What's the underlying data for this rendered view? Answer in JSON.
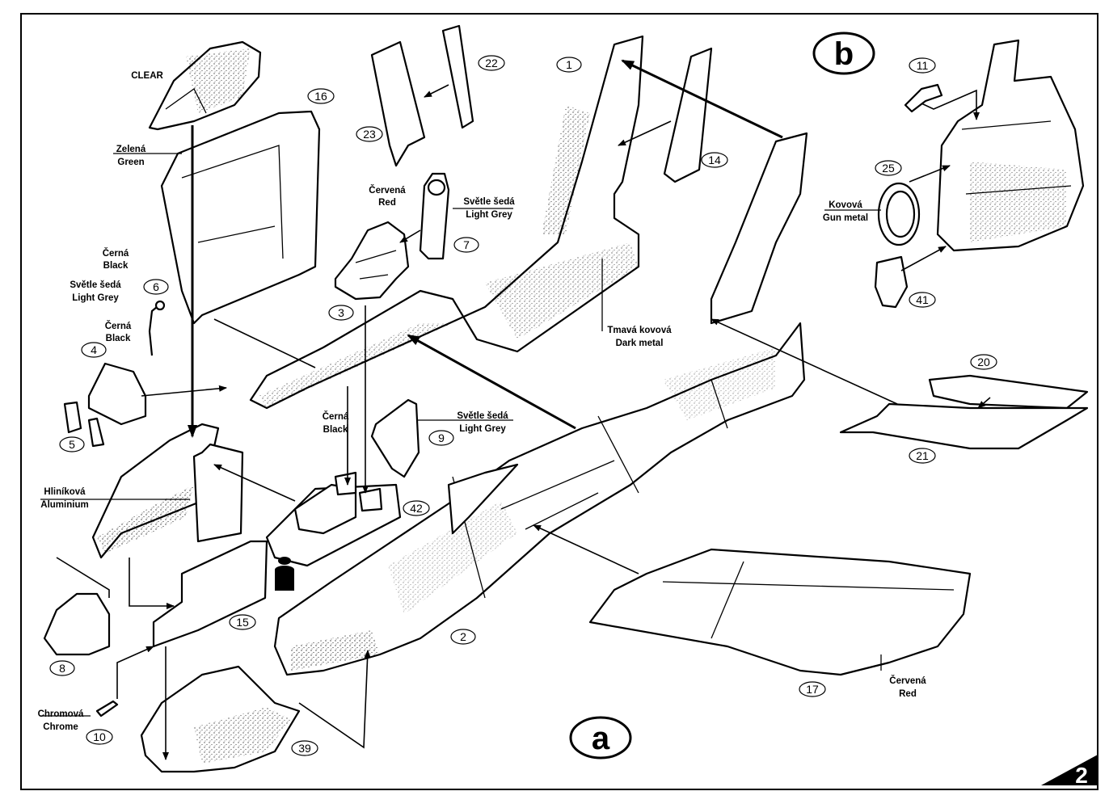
{
  "parts": {
    "p1": "1",
    "p2": "2",
    "p3": "3",
    "p4": "4",
    "p5": "5",
    "p6": "6",
    "p7": "7",
    "p8": "8",
    "p9": "9",
    "p10": "10",
    "p11": "11",
    "p14": "14",
    "p15": "15",
    "p16": "16",
    "p17": "17",
    "p20": "20",
    "p21": "21",
    "p22": "22",
    "p23": "23",
    "p25": "25",
    "p39": "39",
    "p41": "41",
    "p42": "42"
  },
  "views": {
    "a": "a",
    "b": "b"
  },
  "page_number": "2",
  "labels": {
    "clear": "CLEAR",
    "zelena": "Zelená",
    "green": "Green",
    "cerna_6": "Černá",
    "black_6": "Black",
    "svetle_seda_6": "Světle šedá",
    "light_grey_6": "Light Grey",
    "cerna_4": "Černá",
    "black_4": "Black",
    "cervena_3": "Červená",
    "red_3": "Red",
    "svetle_seda_7": "Světle šedá",
    "light_grey_7": "Light Grey",
    "cerna_42": "Černá",
    "black_42": "Black",
    "svetle_seda_9": "Světle šedá",
    "light_grey_9": "Light Grey",
    "hlinikova": "Hliníková",
    "aluminium": "Aluminium",
    "chromova": "Chromová",
    "chrome": "Chrome",
    "tmava_kovova": "Tmavá kovová",
    "dark_metal": "Dark metal",
    "kovova": "Kovová",
    "gun_metal": "Gun metal",
    "cervena_17": "Červená",
    "red_17": "Red"
  }
}
